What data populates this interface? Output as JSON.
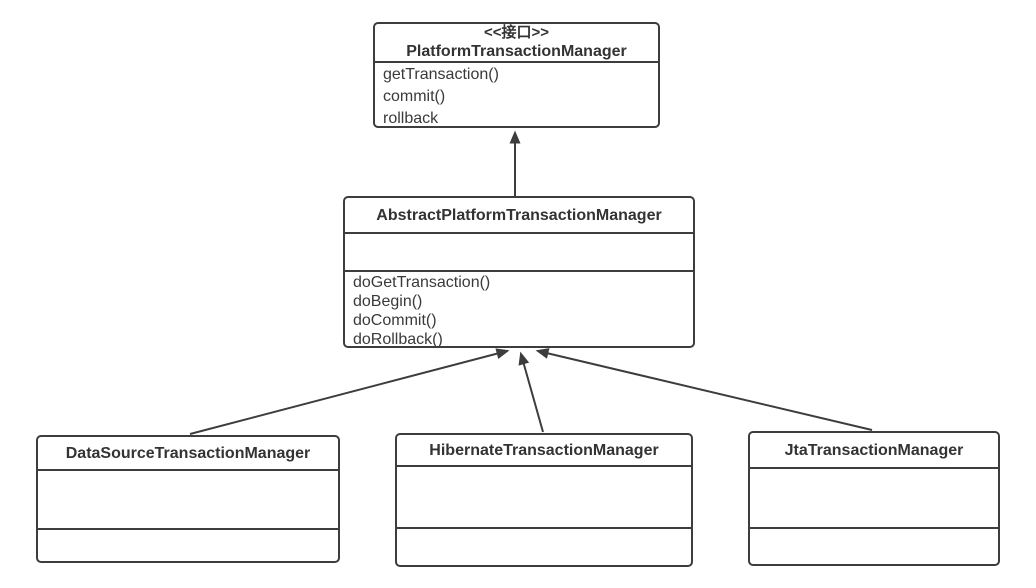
{
  "diagram": {
    "type": "uml-class-diagram",
    "colors": {
      "line": "#3d3d3d",
      "title_text": "#333333",
      "body_text": "#3a3a3a",
      "background": "#ffffff",
      "box_fill": "#ffffff"
    },
    "classes": [
      {
        "stereotype": "<<接口>>",
        "name": "PlatformTransactionManager",
        "attributes": [],
        "methods": [
          "getTransaction()",
          "commit()",
          "rollback"
        ]
      },
      {
        "name": "AbstractPlatformTransactionManager",
        "attributes": [],
        "methods": [
          "doGetTransaction()",
          "doBegin()",
          "doCommit()",
          "doRollback()"
        ]
      },
      {
        "name": "DataSourceTransactionManager",
        "attributes": [],
        "methods": []
      },
      {
        "name": "HibernateTransactionManager",
        "attributes": [],
        "methods": []
      },
      {
        "name": "JtaTransactionManager",
        "attributes": [],
        "methods": []
      }
    ],
    "relations": [
      {
        "from": "AbstractPlatformTransactionManager",
        "to": "PlatformTransactionManager",
        "type": "generalization"
      },
      {
        "from": "DataSourceTransactionManager",
        "to": "AbstractPlatformTransactionManager",
        "type": "generalization"
      },
      {
        "from": "HibernateTransactionManager",
        "to": "AbstractPlatformTransactionManager",
        "type": "generalization"
      },
      {
        "from": "JtaTransactionManager",
        "to": "AbstractPlatformTransactionManager",
        "type": "generalization"
      }
    ]
  }
}
